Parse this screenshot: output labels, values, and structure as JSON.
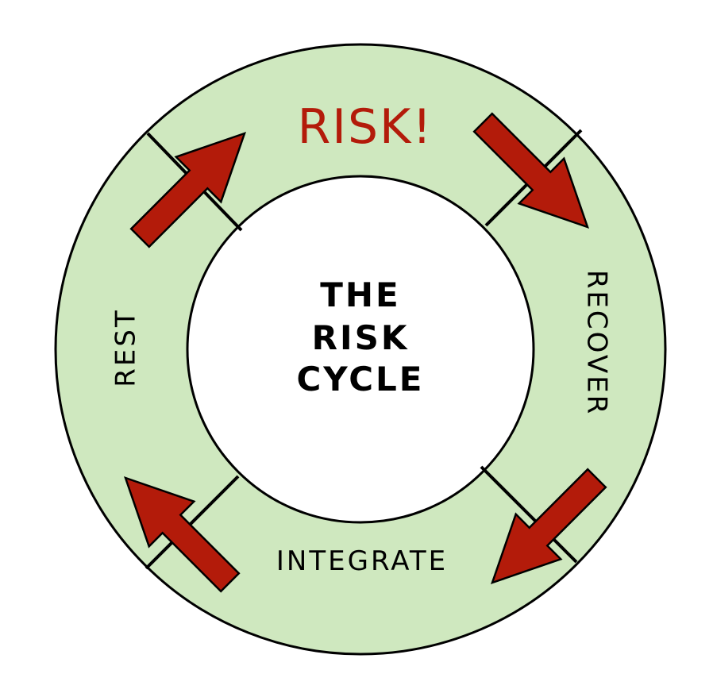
{
  "diagram": {
    "center_lines": [
      "THE",
      "RISK",
      "CYCLE"
    ],
    "stages": {
      "risk": "RISK!",
      "recover": "RECOVER",
      "integrate": "INTEGRATE",
      "rest": "REST"
    },
    "colors": {
      "ring_fill": "#cfe8bf",
      "outline": "#000000",
      "accent": "#b31b0a",
      "inner_fill": "#ffffff"
    },
    "icons": [
      "arrow-icon"
    ]
  }
}
